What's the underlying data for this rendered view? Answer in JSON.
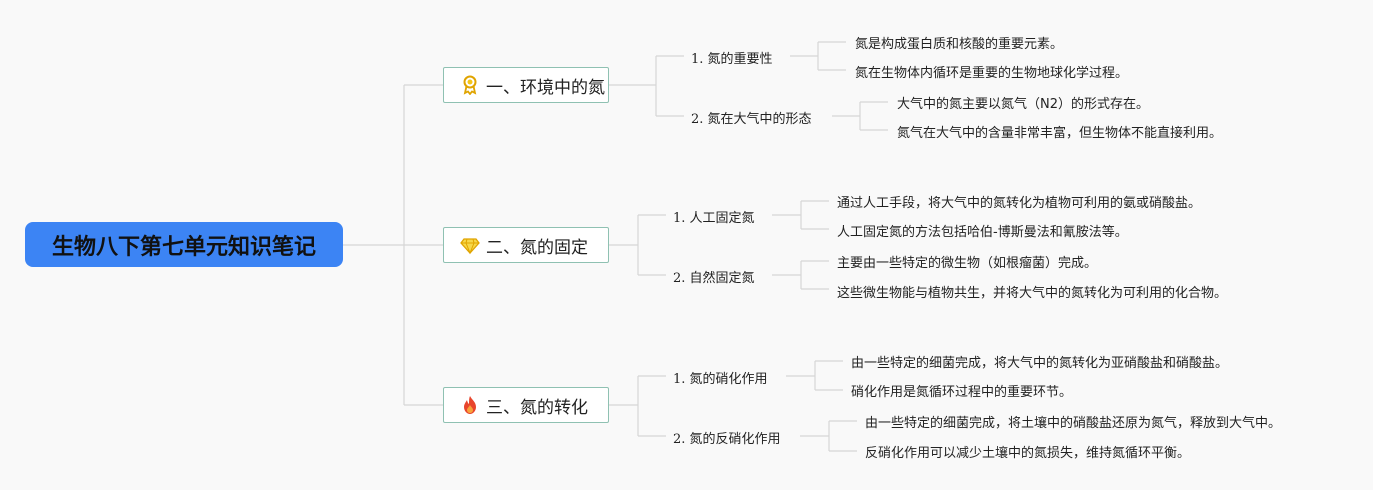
{
  "root": {
    "title": "生物八下第七单元知识笔记"
  },
  "topics": [
    {
      "label": "一、环境中的氮",
      "icon": "medal-icon",
      "subs": [
        {
          "label": "1. 氮的重要性",
          "leaves": [
            "氮是构成蛋白质和核酸的重要元素。",
            "氮在生物体内循环是重要的生物地球化学过程。"
          ]
        },
        {
          "label": "2. 氮在大气中的形态",
          "leaves": [
            "大气中的氮主要以氮气（N2）的形式存在。",
            "氮气在大气中的含量非常丰富，但生物体不能直接利用。"
          ]
        }
      ]
    },
    {
      "label": "二、氮的固定",
      "icon": "diamond-icon",
      "subs": [
        {
          "label": "1. 人工固定氮",
          "leaves": [
            "通过人工手段，将大气中的氮转化为植物可利用的氨或硝酸盐。",
            "人工固定氮的方法包括哈伯-博斯曼法和氰胺法等。"
          ]
        },
        {
          "label": "2. 自然固定氮",
          "leaves": [
            "主要由一些特定的微生物（如根瘤菌）完成。",
            "这些微生物能与植物共生，并将大气中的氮转化为可利用的化合物。"
          ]
        }
      ]
    },
    {
      "label": "三、氮的转化",
      "icon": "fire-icon",
      "subs": [
        {
          "label": "1. 氮的硝化作用",
          "leaves": [
            "由一些特定的细菌完成，将大气中的氮转化为亚硝酸盐和硝酸盐。",
            "硝化作用是氮循环过程中的重要环节。"
          ]
        },
        {
          "label": "2. 氮的反硝化作用",
          "leaves": [
            "由一些特定的细菌完成，将土壤中的硝酸盐还原为氮气，释放到大气中。",
            "反硝化作用可以减少土壤中的氮损失，维持氮循环平衡。"
          ]
        }
      ]
    }
  ],
  "colors": {
    "root": "#3c84f4",
    "topic_border": "#8fc1b2",
    "line": "#d6d6d6"
  }
}
